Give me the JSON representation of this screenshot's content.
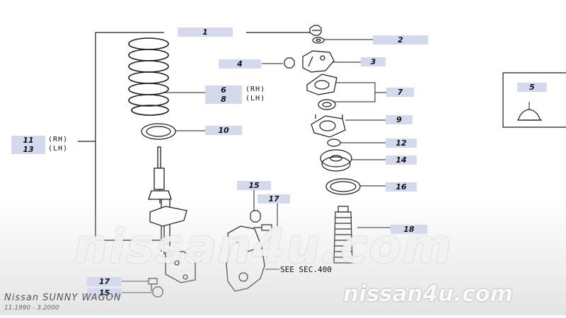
{
  "labels": {
    "p1": "1",
    "p2": "2",
    "p3": "3",
    "p4": "4",
    "p5": "5",
    "p6": "6",
    "p7": "7",
    "p8": "8",
    "p9": "9",
    "p10": "10",
    "p11": "11",
    "p12": "12",
    "p13": "13",
    "p14": "14",
    "p15a": "15",
    "p15b": "15",
    "p16": "16",
    "p17a": "17",
    "p17b": "17",
    "p18": "18"
  },
  "sides": {
    "rh6": "(RH)",
    "lh8": "(LH)",
    "rh11": "(RH)",
    "lh13": "(LH)"
  },
  "note": "SEE SEC.400",
  "vehicle": {
    "model": "Nissan SUNNY WAGON",
    "years": "11.1990 - 3.2000"
  },
  "watermarks": {
    "center": "nissan4u.com",
    "corner": "nissan4u.com"
  },
  "colors": {
    "tag_bg": "#d4d9ee",
    "line": "#1a1a1a"
  }
}
